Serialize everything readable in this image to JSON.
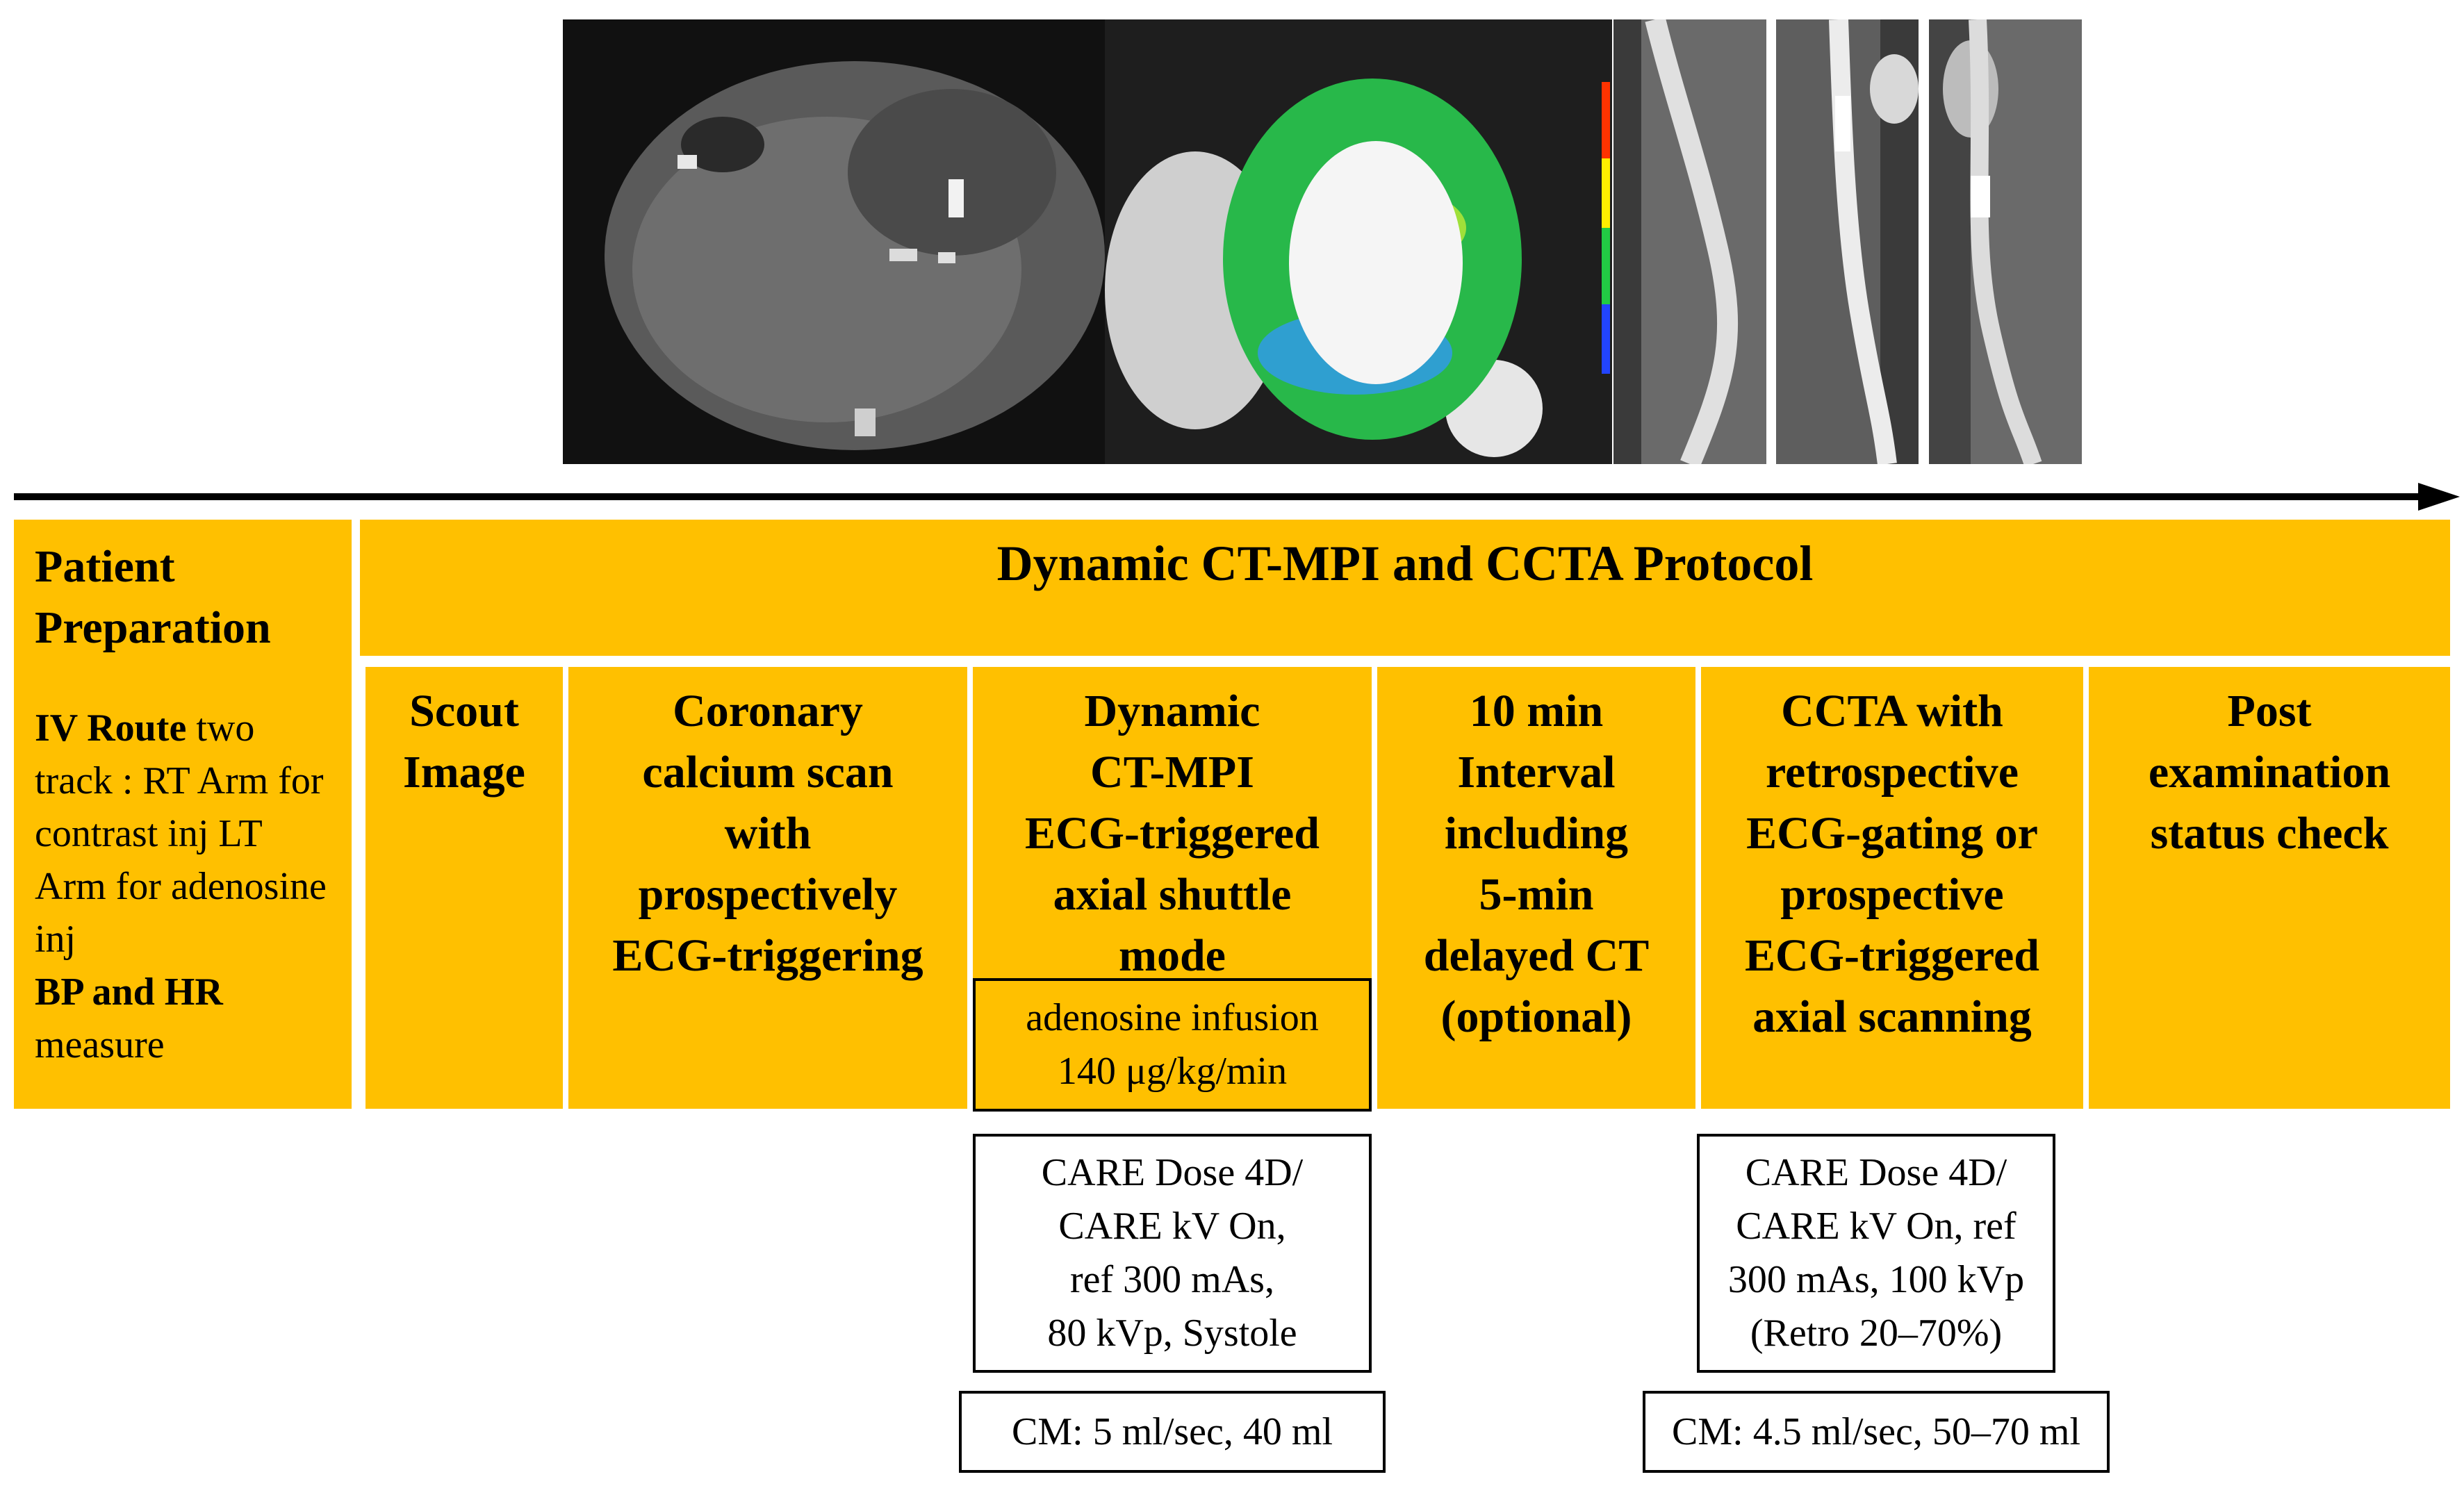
{
  "colors": {
    "panel": "#ffc000",
    "arrow": "#000000",
    "box_border": "#000000"
  },
  "prep": {
    "title": "Patient\nPreparation",
    "iv_bold": "IV Route",
    "iv_text": " two track : RT Arm for contrast inj LT Arm for adenosine inj",
    "bp_bold": "BP and HR",
    "bp_text": " measure"
  },
  "protocol_title": "Dynamic CT-MPI and CCTA  Protocol",
  "steps": [
    {
      "label": "Scout\nImage"
    },
    {
      "label": "Coronary\ncalcium scan\nwith\nprospectively\nECG-triggering"
    },
    {
      "label": "Dynamic\nCT-MPI\nECG-triggered\naxial shuttle\nmode"
    },
    {
      "label": "10 min\nInterval\nincluding\n5-min\ndelayed CT\n(optional)"
    },
    {
      "label": "CCTA with\nretrospective\nECG-gating or\nprospective\nECG-triggered\naxial scanning"
    },
    {
      "label": "Post\nexamination\nstatus check"
    }
  ],
  "adenosine": "adenosine infusion\n140 μg/kg/min",
  "mpi_dose": "CARE Dose 4D/\nCARE kV On,\nref 300 mAs,\n80 kVp, Systole",
  "mpi_cm": "CM: 5 ml/sec, 40 ml",
  "ccta_dose": "CARE Dose 4D/\nCARE kV On,   ref\n300 mAs, 100 kVp\n(Retro 20–70%)",
  "ccta_cm": "CM: 4.5 ml/sec, 50–70 ml",
  "images": [
    {
      "name": "calcium-scan-ct-image"
    },
    {
      "name": "perfusion-map-ct-image"
    },
    {
      "name": "coronary-artery-curved-image-1"
    },
    {
      "name": "coronary-artery-curved-image-2"
    },
    {
      "name": "coronary-artery-curved-image-3"
    }
  ]
}
